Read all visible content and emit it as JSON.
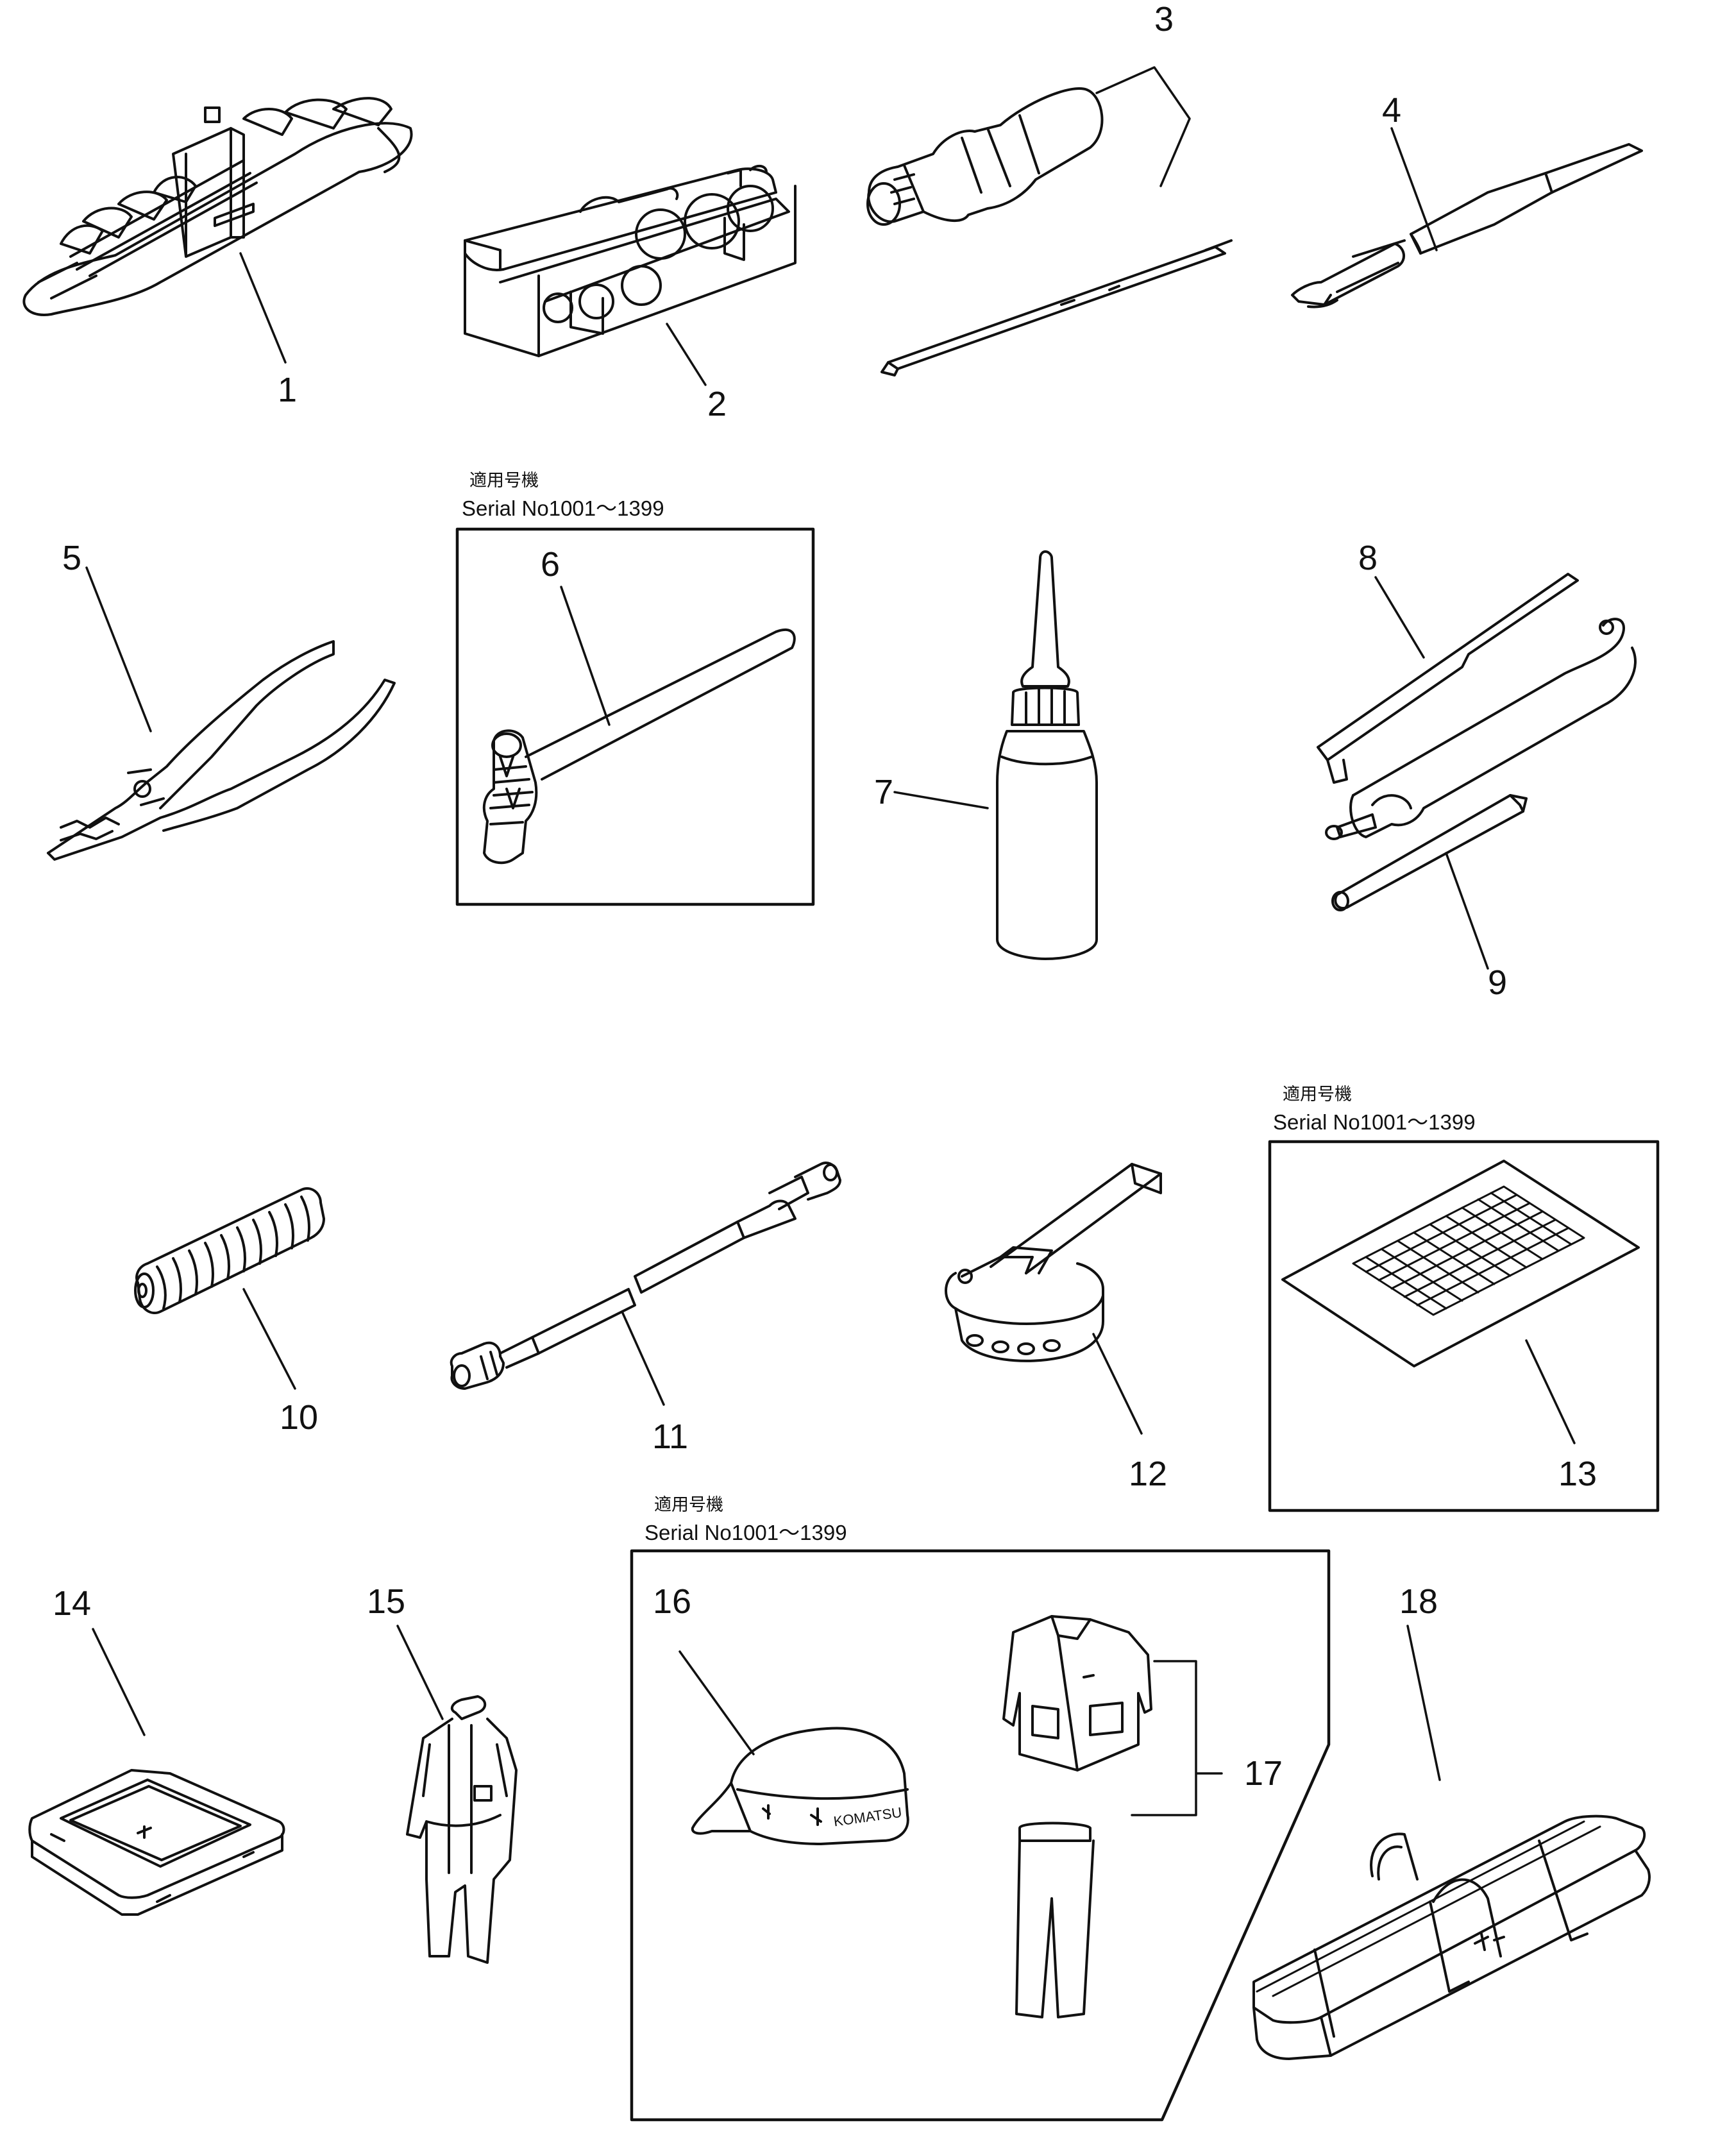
{
  "callouts": [
    {
      "id": 1,
      "text": "1"
    },
    {
      "id": 2,
      "text": "2"
    },
    {
      "id": 3,
      "text": "3"
    },
    {
      "id": 4,
      "text": "4"
    },
    {
      "id": 5,
      "text": "5"
    },
    {
      "id": 6,
      "text": "6"
    },
    {
      "id": 7,
      "text": "7"
    },
    {
      "id": 8,
      "text": "8"
    },
    {
      "id": 9,
      "text": "9"
    },
    {
      "id": 10,
      "text": "10"
    },
    {
      "id": 11,
      "text": "11"
    },
    {
      "id": 12,
      "text": "12"
    },
    {
      "id": 13,
      "text": "13"
    },
    {
      "id": 14,
      "text": "14"
    },
    {
      "id": 15,
      "text": "15"
    },
    {
      "id": 16,
      "text": "16"
    },
    {
      "id": 17,
      "text": "17"
    },
    {
      "id": 18,
      "text": "18"
    }
  ],
  "notes": {
    "hammer_box": {
      "jp": "適用号機",
      "serial": "Serial No1001～1399"
    },
    "chart_box": {
      "jp": "適用号機",
      "serial": "Serial No1001～1399"
    },
    "clothing_box": {
      "jp": "適用号機",
      "serial": "Serial No1001～1399"
    }
  },
  "cap_text": "KOMATSU"
}
